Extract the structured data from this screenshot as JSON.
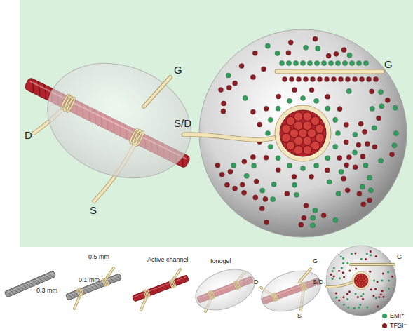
{
  "diagram": {
    "labels": [
      "G",
      "D",
      "S",
      "G",
      "S/D",
      "0.3 mm",
      "0.5 mm",
      "0.1 mm",
      "Active channel",
      "Ionogel",
      "G",
      "D",
      "S",
      "G",
      "S/D"
    ],
    "legend": [
      {
        "text": "EMI⁺",
        "color": "#2f9e5a"
      },
      {
        "text": "TFSI⁻",
        "color": "#8a1c22"
      }
    ]
  }
}
